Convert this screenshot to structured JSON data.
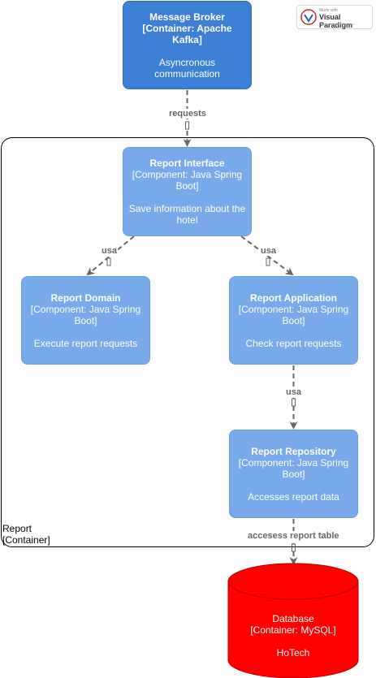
{
  "watermark": {
    "small": "Made with",
    "brand": "Visual Paradigm",
    "foot": "For non-commercial use"
  },
  "broker": {
    "title": "Message Broker",
    "sub": "[Container: Apache Kafka]",
    "desc": "Asyncronous communication"
  },
  "report_container": {
    "name": "Report",
    "kind": "[Container]"
  },
  "components": {
    "interface": {
      "title": "Report Interface",
      "sub_1": "[Component: Java Spring",
      "sub_2": "Boot]",
      "desc_1": "Save information about the",
      "desc_2": "hotel"
    },
    "domain": {
      "title": "Report Domain",
      "sub_1": "[Component: Java Spring",
      "sub_2": "Boot]",
      "desc": "Execute report requests"
    },
    "application": {
      "title": "Report Application",
      "sub_1": "[Component: Java Spring",
      "sub_2": "Boot]",
      "desc": "Check report requests"
    },
    "repository": {
      "title": "Report Repository",
      "sub_1": "[Component: Java Spring",
      "sub_2": "Boot]",
      "desc": "Accesses report data"
    }
  },
  "database": {
    "title": "Database",
    "sub": "[Container: MySQL]",
    "desc": "HoTech"
  },
  "edges": {
    "broker_to_interface": "requests",
    "interface_to_domain": "usa",
    "interface_to_application": "usa",
    "application_to_repository": "usa",
    "repository_to_database": "accesess report table"
  },
  "colors": {
    "broker_fill": "#3d7fd4",
    "component_fill": "#78aaeb",
    "database_fill": "#ff0000",
    "edge_color": "#666666"
  }
}
